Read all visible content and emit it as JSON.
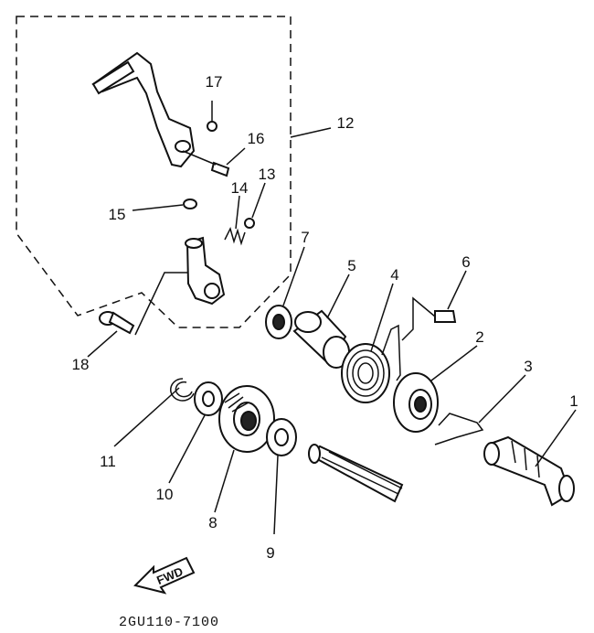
{
  "diagram": {
    "part_numbers": [
      "1",
      "2",
      "3",
      "4",
      "5",
      "6",
      "7",
      "8",
      "9",
      "10",
      "11",
      "12",
      "13",
      "14",
      "15",
      "16",
      "17",
      "18"
    ],
    "direction_label": "FWD",
    "caption": "2GU110-7100"
  }
}
